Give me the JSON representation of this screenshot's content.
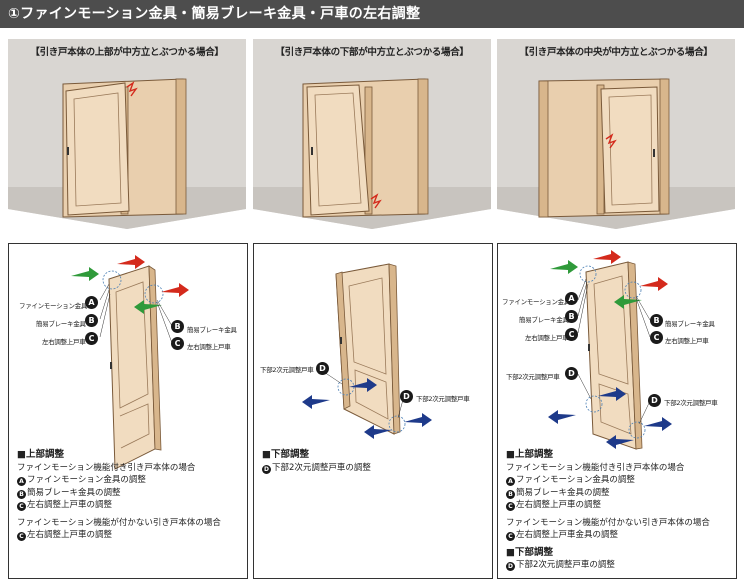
{
  "header": {
    "title": "①ファインモーション金具・簡易ブレーキ金具・戸車の左右調整"
  },
  "scenes": [
    {
      "label": "【引き戸本体の上部が中方立とぶつかる場合】"
    },
    {
      "label": "【引き戸本体の下部が中方立とぶつかる場合】"
    },
    {
      "label": "【引き戸本体の中央が中方立とぶつかる場合】"
    }
  ],
  "callouts": {
    "A": {
      "letter": "A",
      "text": "ファインモーション金具"
    },
    "B": {
      "letter": "B",
      "text": "簡易ブレーキ金具"
    },
    "C": {
      "letter": "C",
      "text": "左右調整上戸車"
    },
    "D": {
      "letter": "D",
      "text": "下部2次元調整戸車"
    }
  },
  "panel1": {
    "heading": "■上部調整",
    "line1": "ファインモーション機能付き引き戸本体の場合",
    "line2": "ファインモーション金具の調整",
    "line3": "簡易ブレーキ金具の調整",
    "line4": "左右調整上戸車の調整",
    "line5": "ファインモーション機能が付かない引き戸本体の場合",
    "line6": "左右調整上戸車の調整"
  },
  "panel2": {
    "heading": "■下部調整",
    "line1": "下部2次元調整戸車の調整"
  },
  "panel3": {
    "heading": "■上部調整",
    "line1": "ファインモーション機能付き引き戸本体の場合",
    "line2": "ファインモーション金具の調整",
    "line3": "簡易ブレーキ金具の調整",
    "line4": "左右調整上戸車の調整",
    "line5": "ファインモーション機能が付かない引き戸本体の場合",
    "line6": "左右調整上戸車金具の調整",
    "heading2": "■下部調整",
    "line7": "下部2次元調整戸車の調整"
  },
  "colors": {
    "door": "#f1dcc0",
    "door_edge": "#7a5a3a",
    "wall": "#d9d6d2",
    "red_arrow": "#d42a1c",
    "green_arrow": "#2f9a3a",
    "blue_arrow": "#1e3a8a"
  }
}
